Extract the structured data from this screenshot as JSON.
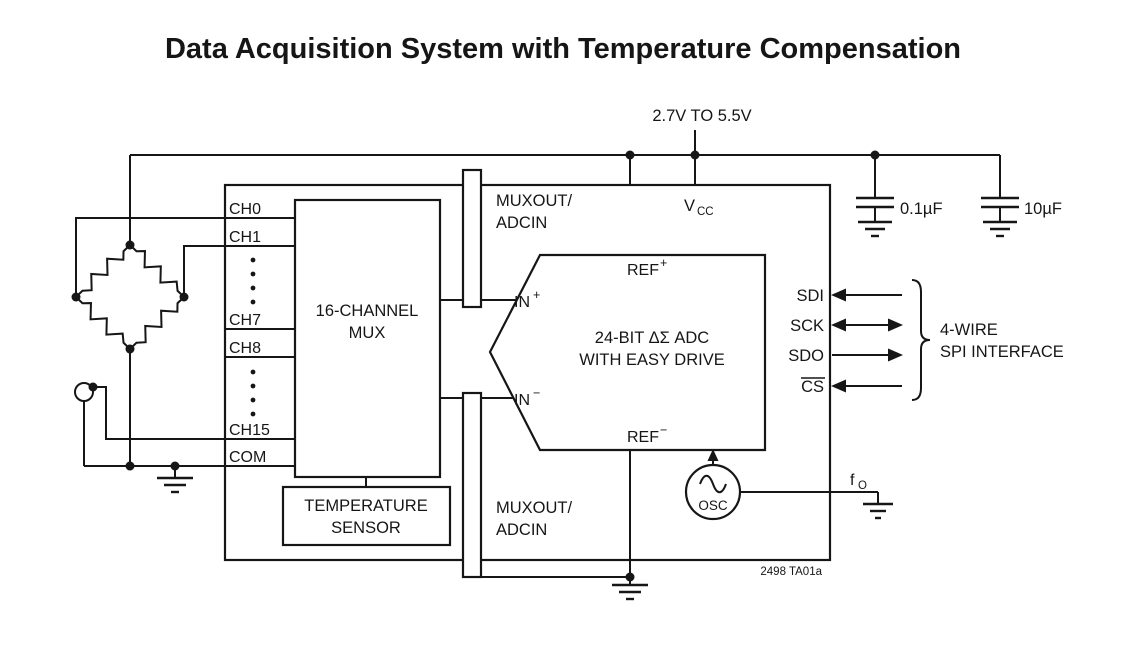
{
  "title": "Data Acquisition System with Temperature Compensation",
  "power": {
    "supply_label": "2.7V TO 5.5V",
    "vcc_base": "V",
    "vcc_sub": "CC",
    "cap1_label": "0.1µF",
    "cap2_label": "10µF"
  },
  "mux": {
    "line1": "16-CHANNEL",
    "line2": "MUX",
    "channels": [
      "CH0",
      "CH1",
      "CH7",
      "CH8",
      "CH15",
      "COM"
    ]
  },
  "temp_sensor": {
    "line1": "TEMPERATURE",
    "line2": "SENSOR"
  },
  "bus": {
    "top_line1": "MUXOUT/",
    "top_line2": "ADCIN",
    "bottom_line1": "MUXOUT/",
    "bottom_line2": "ADCIN"
  },
  "adc": {
    "line1": "24-BIT ΔΣ ADC",
    "line2": "WITH EASY DRIVE",
    "ref_plus_base": "REF",
    "ref_plus_sup": "+",
    "ref_minus_base": "REF",
    "ref_minus_sup": "−",
    "in_plus_base": "IN",
    "in_plus_sup": "+",
    "in_minus_base": "IN",
    "in_minus_sup": "−"
  },
  "osc": {
    "label": "OSC",
    "f_base": "f",
    "f_sub": "O"
  },
  "spi": {
    "pins": [
      "SDI",
      "SCK",
      "SDO",
      "CS"
    ],
    "brace_line1": "4-WIRE",
    "brace_line2": "SPI INTERFACE"
  },
  "footer": {
    "part_ref": "2498 TA01a"
  },
  "colors": {
    "ink": "#161616",
    "background": "#ffffff"
  }
}
